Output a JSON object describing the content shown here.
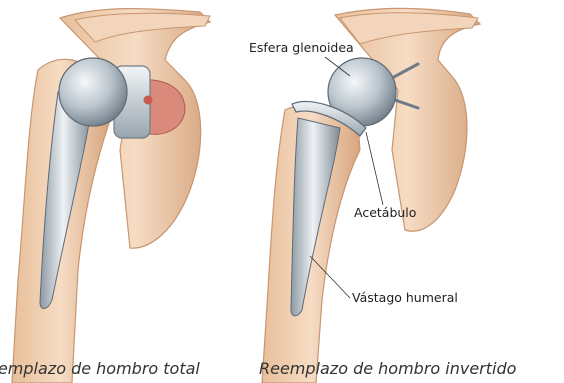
{
  "colors": {
    "bone": "#efd2b6",
    "bone_shadow": "#d9ad86",
    "bone_edge": "#c89670",
    "metal_light": "#e6ebef",
    "metal_mid": "#aeb9c2",
    "metal_dark": "#6f7c87",
    "tissue_red": "#c65b52",
    "caption_text": "#333333",
    "label_text": "#222222"
  },
  "left_figure": {
    "caption": "Reemplazo de hombro total"
  },
  "right_figure": {
    "caption": "Reemplazo de hombro invertido",
    "labels": {
      "glenoid_sphere": "Esfera glenoidea",
      "acetabulum": "Acetábulo",
      "humeral_stem": "Vástago humeral"
    }
  }
}
